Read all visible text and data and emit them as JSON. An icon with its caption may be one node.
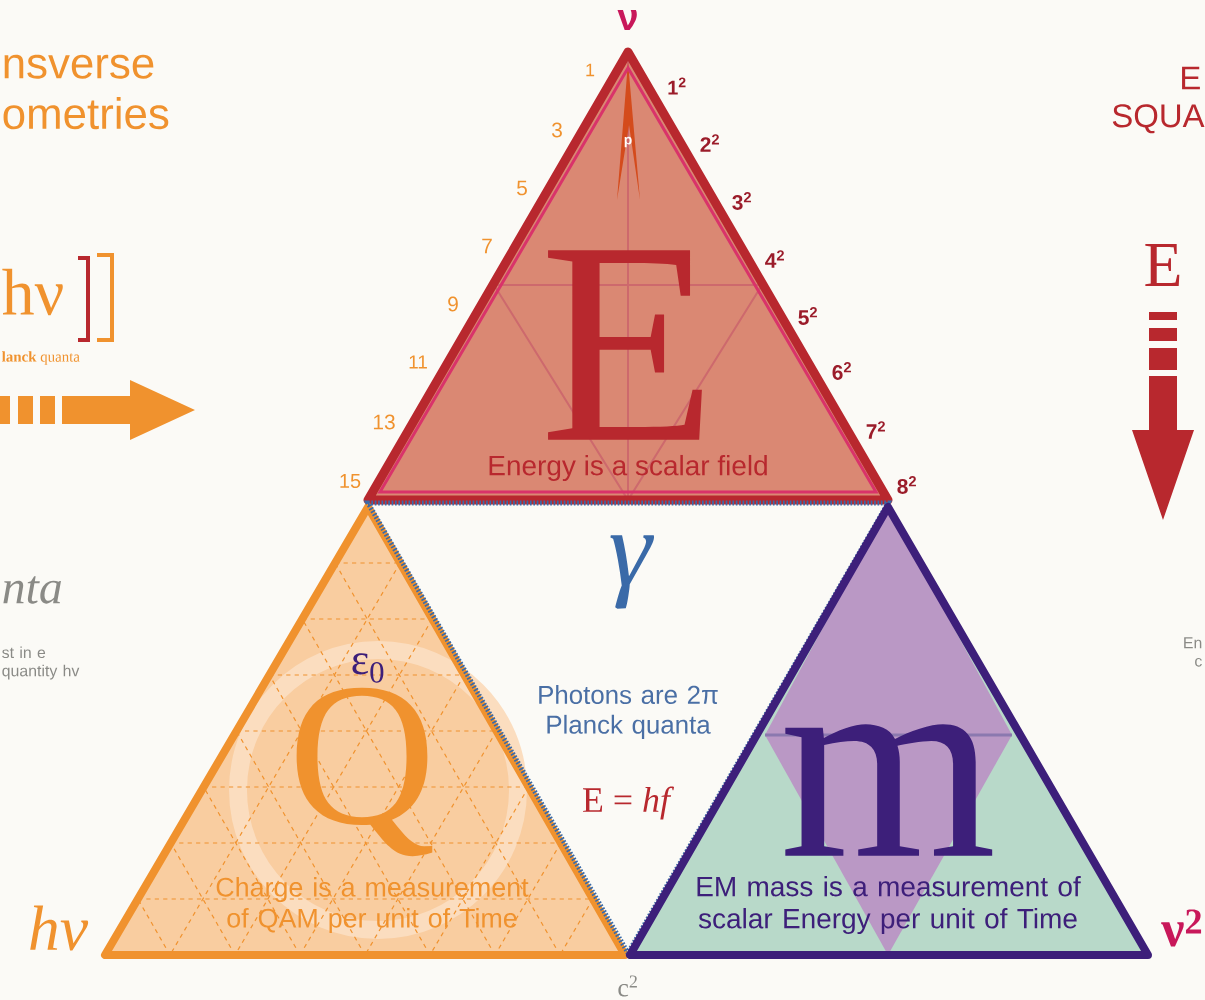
{
  "diagram": {
    "nodes": [
      {
        "text": [
          "E",
          "Energy is a scalar field"
        ],
        "beside": [
          "ν"
        ]
      },
      {
        "text": [
          "ε$_{0}$",
          "Q",
          "Charge is a measurement of QAM per unit of Time"
        ],
        "beside": [
          "hν"
        ]
      },
      {
        "text": [
          "γ",
          "Photons are 2π Planck quanta",
          "E = *hf*"
        ]
      },
      {
        "text": [
          "m",
          "EM mass is a measurement of scalar Energy per unit of Time"
        ],
        "beside": [
          "ν$^{2}$"
        ]
      }
    ],
    "labels": [
      "nsverse ometries",
      "E SQUA",
      "1",
      "1$^{2}$",
      "3",
      "p",
      "2$^{2}$",
      "5",
      "3$^{2}$",
      "7",
      "4$^{2}$",
      "E",
      "hν",
      "9",
      "5$^{2}$",
      "**lanck** quanta",
      "11",
      "6$^{2}$",
      "13",
      "7$^{2}$",
      "15",
      "8$^{2}$",
      "nta",
      "st in e quantity hv",
      "En c",
      "c$^{2}$"
    ]
  }
}
